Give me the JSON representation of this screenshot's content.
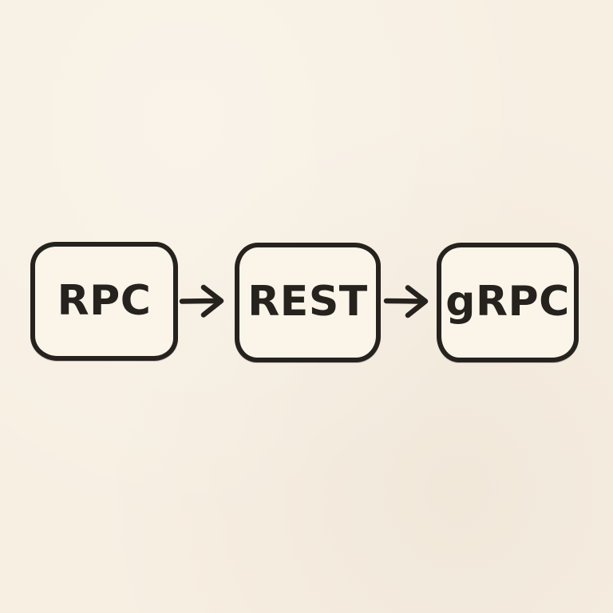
{
  "diagram": {
    "type": "flow",
    "direction": "left-to-right",
    "background_color": "#f7efe2",
    "node_fill_color": "#faf4e9",
    "ink_color": "#26221e",
    "nodes": [
      {
        "id": "rpc",
        "label": "RPC"
      },
      {
        "id": "rest",
        "label": "REST"
      },
      {
        "id": "grpc",
        "label": "gRPC"
      }
    ],
    "connectors": [
      {
        "from": "rpc",
        "to": "rest",
        "symbol": "arrow-right"
      },
      {
        "from": "rest",
        "to": "grpc",
        "symbol": "arrow-right"
      }
    ]
  }
}
